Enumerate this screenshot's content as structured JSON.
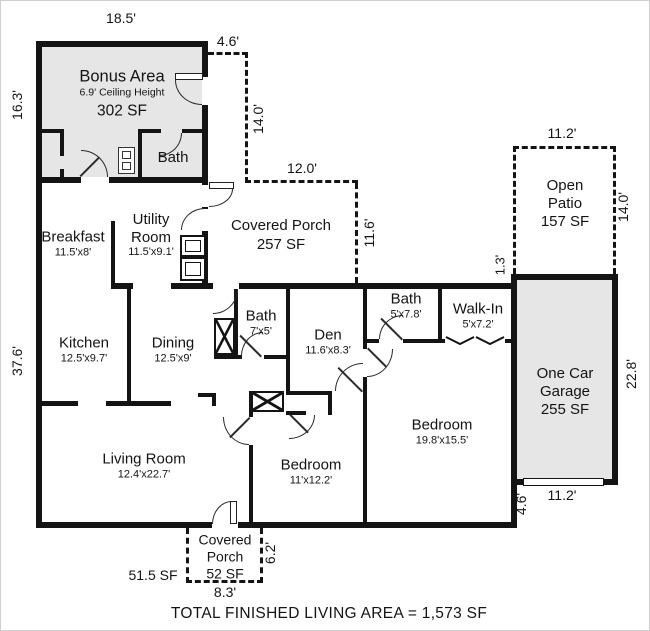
{
  "rooms": {
    "bonus": {
      "name": "Bonus Area",
      "sub": "6.9' Ceiling Height",
      "area": "302 SF"
    },
    "bonus_bath": {
      "name": "Bath"
    },
    "breakfast": {
      "name": "Breakfast",
      "dims": "11.5'x8'"
    },
    "utility": {
      "name": "Utility Room",
      "dims": "11.5'x9.1'"
    },
    "porch_north": {
      "name": "Covered Porch",
      "area": "257 SF"
    },
    "patio": {
      "name": "Open Patio",
      "area": "157 SF"
    },
    "kitchen": {
      "name": "Kitchen",
      "dims": "12.5'x9.7'"
    },
    "dining": {
      "name": "Dining",
      "dims": "12.5'x9'"
    },
    "hall_bath": {
      "name": "Bath",
      "dims": "7'x5'"
    },
    "den": {
      "name": "Den",
      "dims": "11.6'x8.3'"
    },
    "master_bath": {
      "name": "Bath",
      "dims": "5'x7.8'"
    },
    "walk_in": {
      "name": "Walk-In",
      "dims": "5'x7.2'"
    },
    "garage": {
      "name": "One Car Garage",
      "area": "255 SF"
    },
    "bedroom_main": {
      "name": "Bedroom",
      "dims": "19.8'x15.5'"
    },
    "bedroom_second": {
      "name": "Bedroom",
      "dims": "11'x12.2'"
    },
    "living": {
      "name": "Living Room",
      "dims": "12.4'x22.7'"
    },
    "porch_south": {
      "name": "Covered Porch",
      "area": "52 SF"
    }
  },
  "dims": {
    "bonus_width": "18.5'",
    "bonus_depth": "16.3'",
    "porch_offset": "4.6'",
    "porch_depth": "14.0'",
    "porch_width": "12.0'",
    "porch_east": "11.6'",
    "patio_width": "11.2'",
    "patio_depth": "14.0'",
    "patio_gap": "1.3'",
    "garage_depth": "22.8'",
    "garage_door_width": "11.2'",
    "garage_offset": "4.6'",
    "house_depth": "37.6'",
    "stoop_depth": "6.2'",
    "stoop_width": "8.3'",
    "stoop_area": "51.5 SF"
  },
  "footer": {
    "text": "TOTAL FINISHED LIVING AREA = 1,573 SF"
  },
  "colors": {
    "wall": "#141414",
    "shaded_fill": "#e6e6e6",
    "background": "#ffffff"
  }
}
